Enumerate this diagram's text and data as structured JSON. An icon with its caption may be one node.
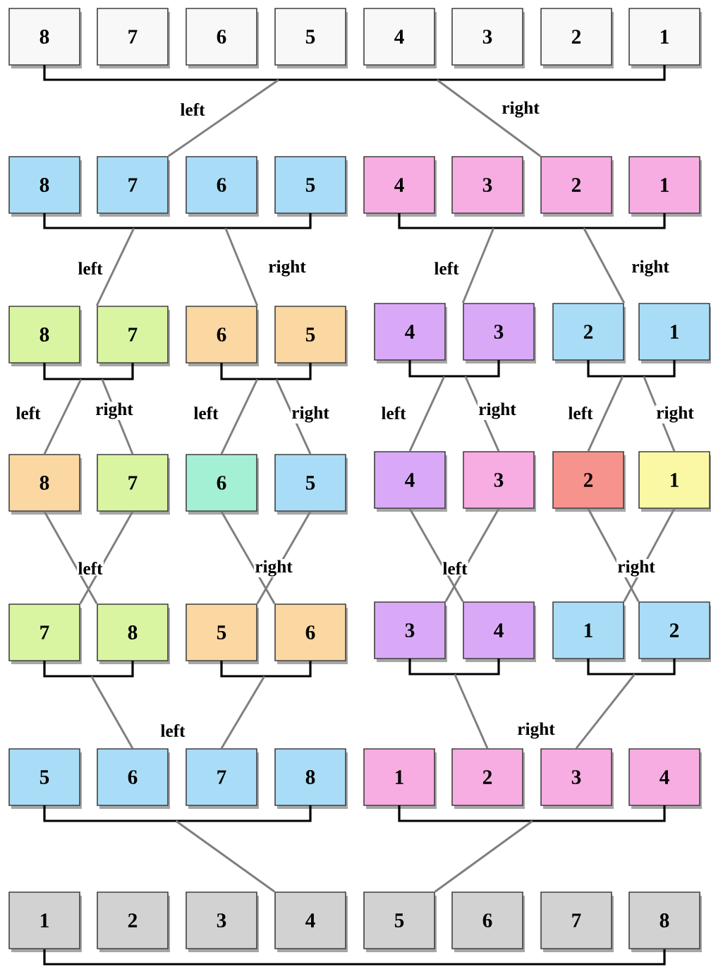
{
  "diagram": {
    "nodes": [
      {
        "text": [
          "8"
        ]
      },
      {
        "text": [
          "7"
        ]
      },
      {
        "text": [
          "6"
        ]
      },
      {
        "text": [
          "5"
        ]
      },
      {
        "text": [
          "4"
        ]
      },
      {
        "text": [
          "3"
        ]
      },
      {
        "text": [
          "2"
        ]
      },
      {
        "text": [
          "1"
        ]
      },
      {
        "text": [
          "8"
        ]
      },
      {
        "text": [
          "7"
        ]
      },
      {
        "text": [
          "6"
        ]
      },
      {
        "text": [
          "5"
        ]
      },
      {
        "text": [
          "4"
        ]
      },
      {
        "text": [
          "3"
        ]
      },
      {
        "text": [
          "2"
        ]
      },
      {
        "text": [
          "1"
        ]
      },
      {
        "text": [
          "8"
        ]
      },
      {
        "text": [
          "7"
        ]
      },
      {
        "text": [
          "6"
        ]
      },
      {
        "text": [
          "5"
        ]
      },
      {
        "text": [
          "4"
        ]
      },
      {
        "text": [
          "3"
        ]
      },
      {
        "text": [
          "2"
        ]
      },
      {
        "text": [
          "1"
        ]
      },
      {
        "text": [
          "8"
        ]
      },
      {
        "text": [
          "7"
        ]
      },
      {
        "text": [
          "6"
        ]
      },
      {
        "text": [
          "5"
        ]
      },
      {
        "text": [
          "4"
        ]
      },
      {
        "text": [
          "3"
        ]
      },
      {
        "text": [
          "2"
        ]
      },
      {
        "text": [
          "1"
        ]
      },
      {
        "text": [
          "7"
        ]
      },
      {
        "text": [
          "8"
        ]
      },
      {
        "text": [
          "5"
        ]
      },
      {
        "text": [
          "6"
        ]
      },
      {
        "text": [
          "3"
        ]
      },
      {
        "text": [
          "4"
        ]
      },
      {
        "text": [
          "1"
        ]
      },
      {
        "text": [
          "2"
        ]
      },
      {
        "text": [
          "5"
        ]
      },
      {
        "text": [
          "6"
        ]
      },
      {
        "text": [
          "7"
        ]
      },
      {
        "text": [
          "8"
        ]
      },
      {
        "text": [
          "1"
        ]
      },
      {
        "text": [
          "2"
        ]
      },
      {
        "text": [
          "3"
        ]
      },
      {
        "text": [
          "4"
        ]
      },
      {
        "text": [
          "1"
        ]
      },
      {
        "text": [
          "2"
        ]
      },
      {
        "text": [
          "3"
        ]
      },
      {
        "text": [
          "4"
        ]
      },
      {
        "text": [
          "5"
        ]
      },
      {
        "text": [
          "6"
        ]
      },
      {
        "text": [
          "7"
        ]
      },
      {
        "text": [
          "8"
        ]
      },
      {
        "text": [],
        "shape": "bracket"
      },
      {
        "text": [],
        "shape": "bracket"
      },
      {
        "text": [],
        "shape": "bracket"
      },
      {
        "text": [],
        "shape": "bracket"
      },
      {
        "text": [],
        "shape": "bracket"
      },
      {
        "text": [],
        "shape": "bracket"
      },
      {
        "text": [],
        "shape": "bracket"
      },
      {
        "text": [],
        "shape": "bracket"
      },
      {
        "text": [],
        "shape": "bracket"
      },
      {
        "text": [],
        "shape": "bracket"
      },
      {
        "text": [],
        "shape": "bracket"
      },
      {
        "text": [],
        "shape": "bracket"
      },
      {
        "text": [],
        "shape": "bracket"
      },
      {
        "text": [],
        "shape": "bracket"
      }
    ],
    "edges": [
      {
        "from": 56,
        "to": 9,
        "arrow": "none",
        "label": "left"
      },
      {
        "from": 56,
        "to": 14,
        "arrow": "none",
        "label": "right"
      },
      {
        "from": 57,
        "to": 17,
        "arrow": "none",
        "label": "left"
      },
      {
        "from": 57,
        "to": 18,
        "arrow": "none",
        "label": "right"
      },
      {
        "from": 58,
        "to": 21,
        "arrow": "none",
        "label": "left"
      },
      {
        "from": 58,
        "to": 22,
        "arrow": "none",
        "label": "right"
      },
      {
        "from": 59,
        "to": 24,
        "arrow": "none",
        "label": "left"
      },
      {
        "from": 59,
        "to": 25,
        "arrow": "none",
        "label": "right"
      },
      {
        "from": 60,
        "to": 26,
        "arrow": "none",
        "label": "left"
      },
      {
        "from": 60,
        "to": 27,
        "arrow": "none",
        "label": "right"
      },
      {
        "from": 61,
        "to": 28,
        "arrow": "none",
        "label": "left"
      },
      {
        "from": 61,
        "to": 29,
        "arrow": "none",
        "label": "right"
      },
      {
        "from": 62,
        "to": 30,
        "arrow": "none",
        "label": "left"
      },
      {
        "from": 62,
        "to": 31,
        "arrow": "none",
        "label": "right"
      },
      {
        "from": 24,
        "to": 33,
        "arrow": "none",
        "label": "left"
      },
      {
        "from": 25,
        "to": 32,
        "arrow": "none"
      },
      {
        "from": 26,
        "to": 35,
        "arrow": "none",
        "label": "right"
      },
      {
        "from": 27,
        "to": 34,
        "arrow": "none"
      },
      {
        "from": 28,
        "to": 37,
        "arrow": "none",
        "label": "left"
      },
      {
        "from": 29,
        "to": 36,
        "arrow": "none"
      },
      {
        "from": 30,
        "to": 39,
        "arrow": "none",
        "label": "right"
      },
      {
        "from": 31,
        "to": 38,
        "arrow": "none"
      },
      {
        "from": 63,
        "to": 41,
        "arrow": "none",
        "label": "left"
      },
      {
        "from": 64,
        "to": 42,
        "arrow": "none"
      },
      {
        "from": 65,
        "to": 45,
        "arrow": "none",
        "label": "right"
      },
      {
        "from": 66,
        "to": 46,
        "arrow": "none"
      },
      {
        "from": 67,
        "to": 51,
        "arrow": "none"
      },
      {
        "from": 68,
        "to": 52,
        "arrow": "none"
      }
    ]
  }
}
